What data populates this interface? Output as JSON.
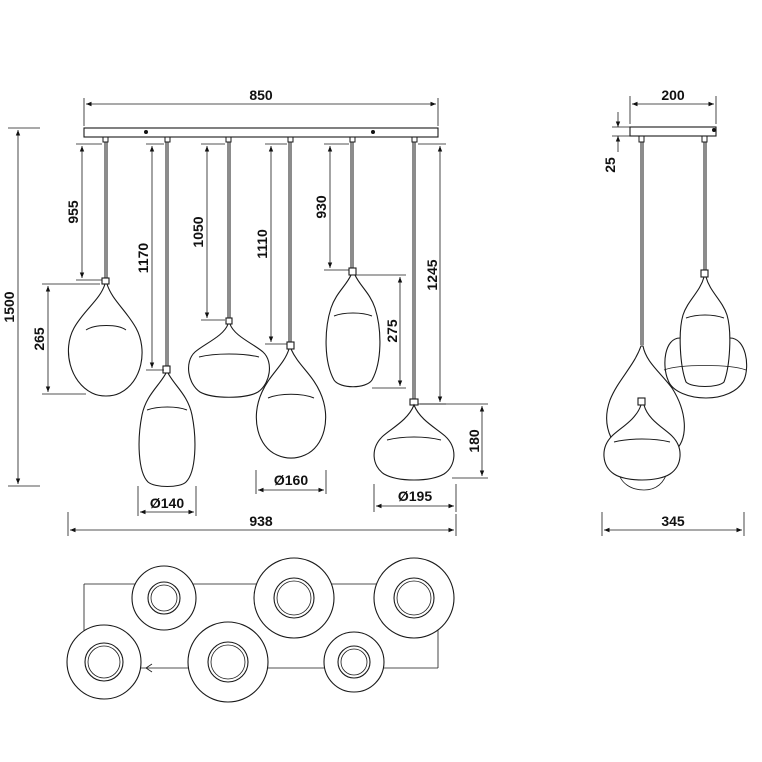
{
  "front_view": {
    "canopy_width": "850",
    "overall_height": "1500",
    "overall_width": "938",
    "drops": {
      "p1": "955",
      "p2": "1170",
      "p3": "1050",
      "p4": "1110",
      "p5": "930",
      "p6": "1245"
    },
    "shade_heights": {
      "p1": "265",
      "p5": "275",
      "p6": "180"
    },
    "diameters": {
      "p2": "Ø140",
      "p4": "Ø160",
      "p6": "Ø195"
    }
  },
  "side_view": {
    "canopy_depth": "200",
    "canopy_height": "25",
    "overall_depth": "345"
  }
}
